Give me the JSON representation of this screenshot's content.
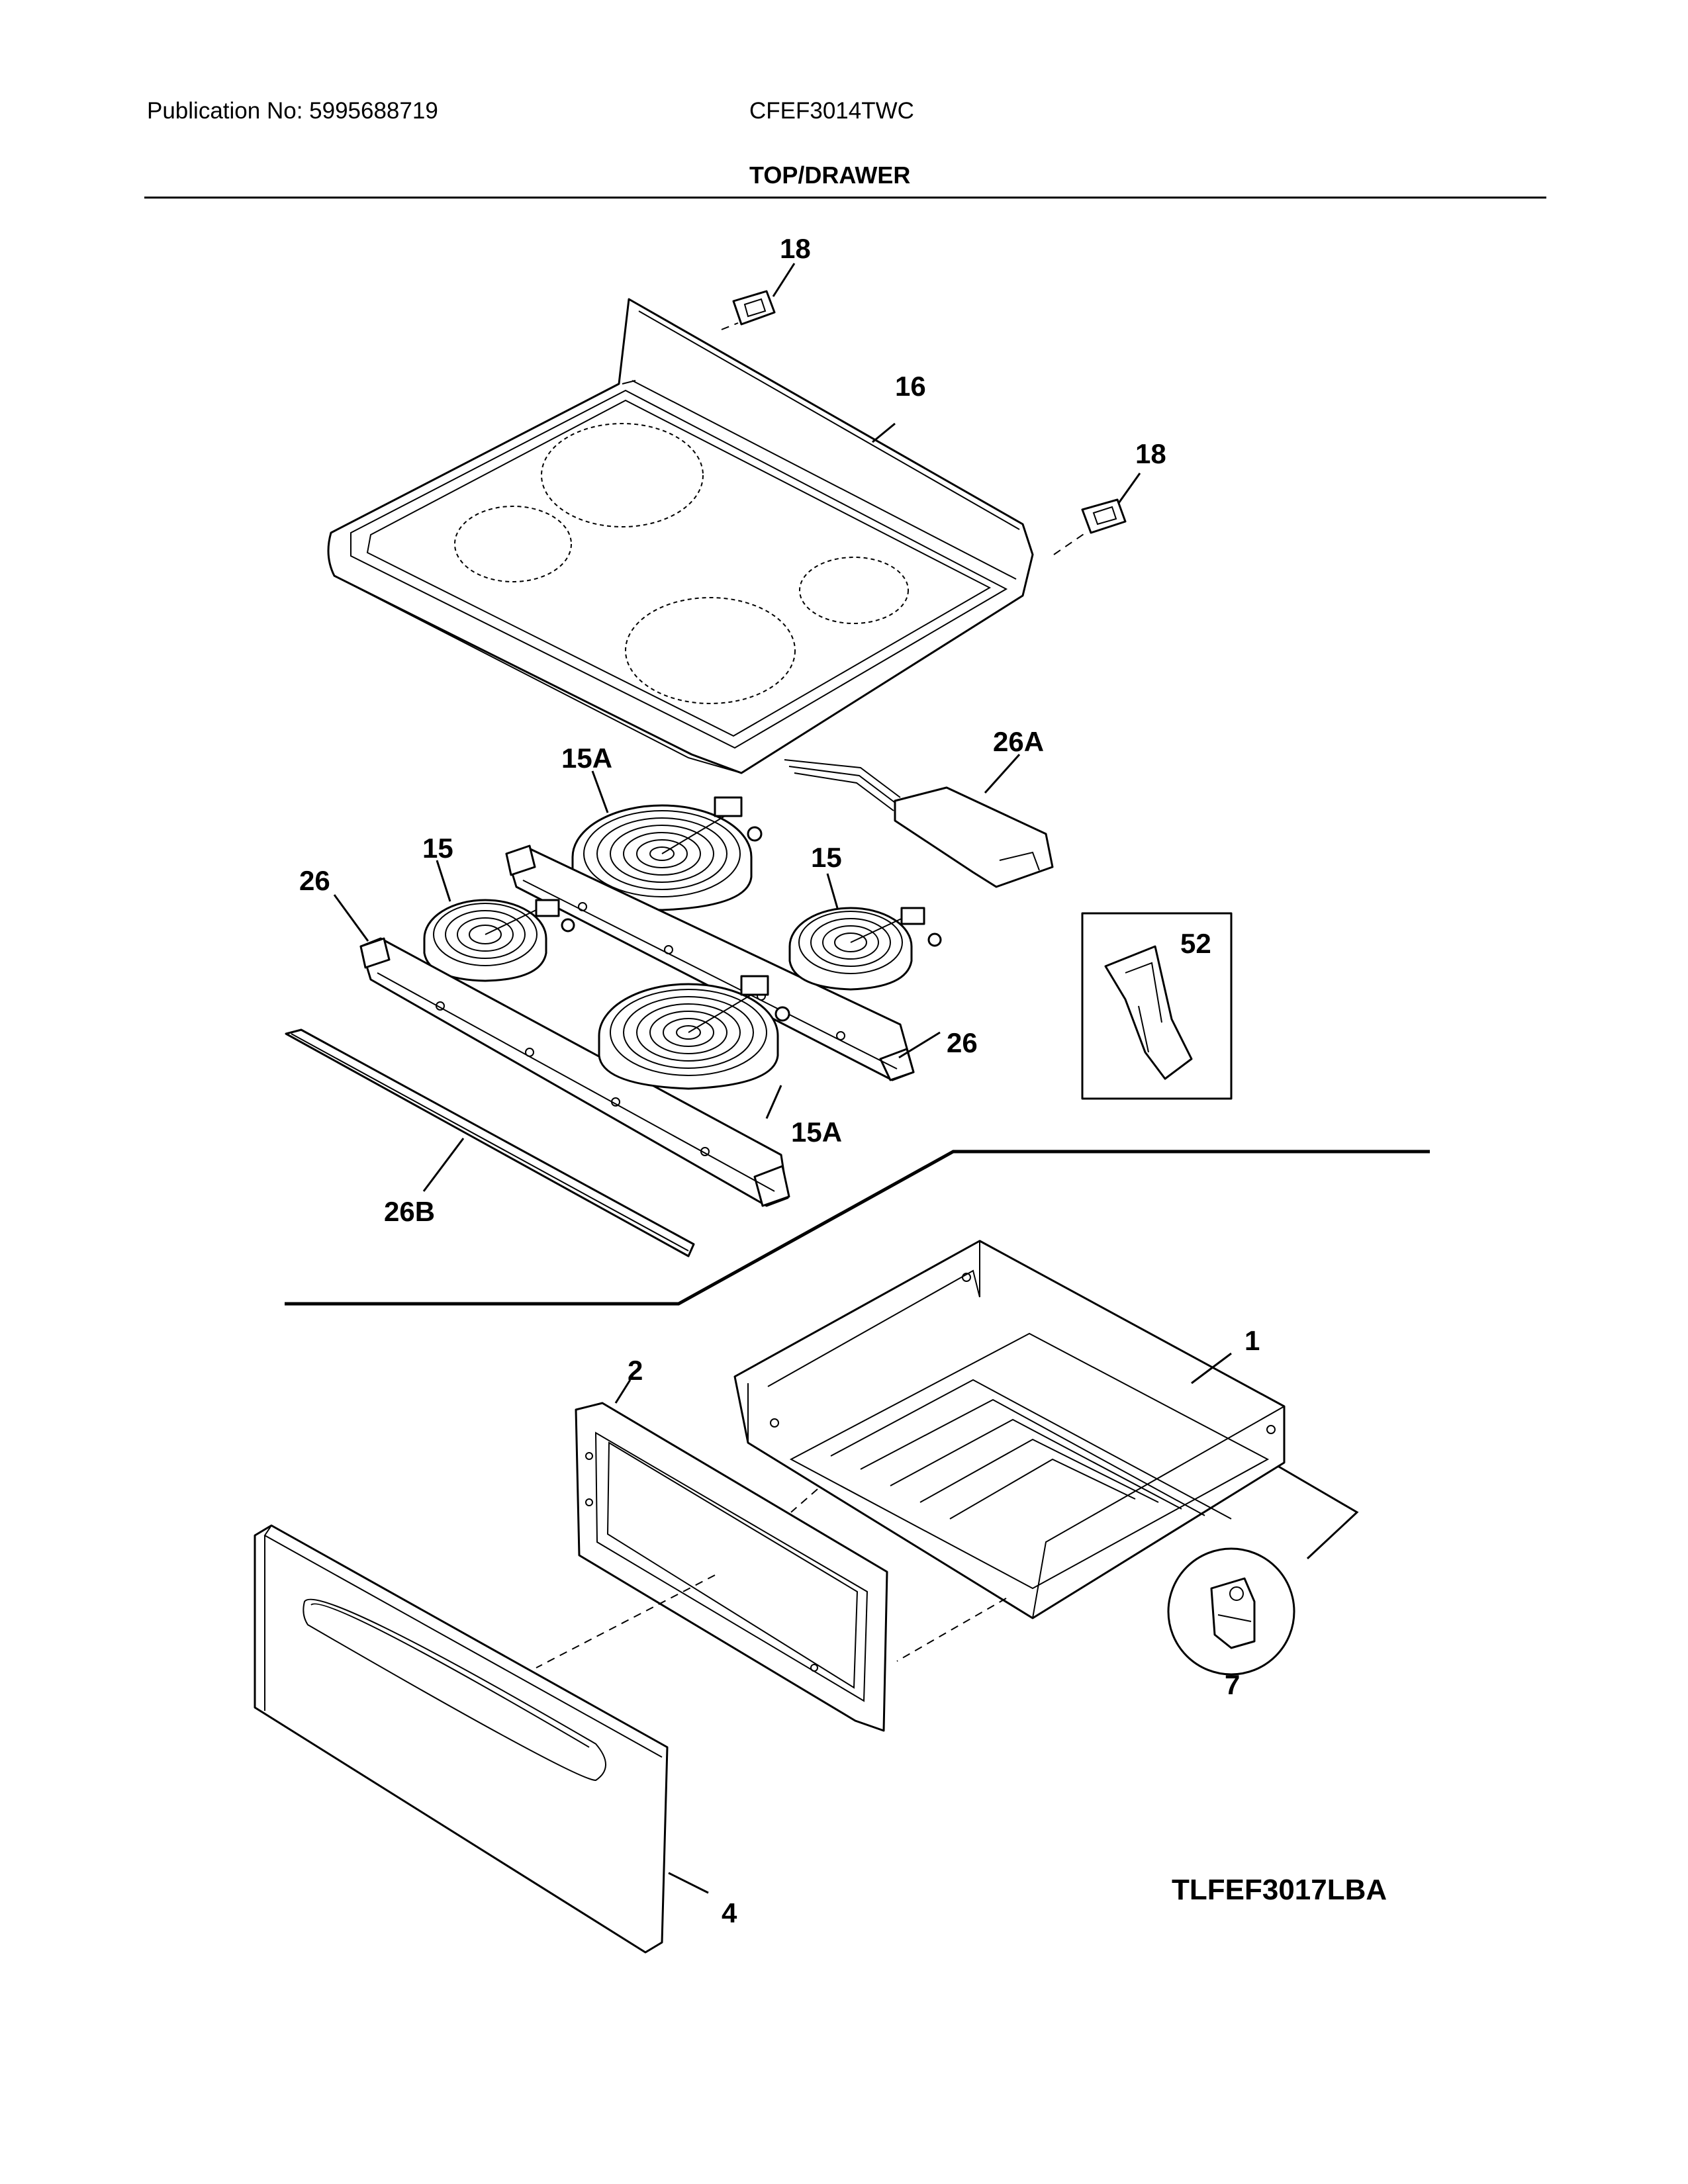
{
  "header": {
    "publication": "Publication No: 5995688719",
    "model": "CFEF3014TWC"
  },
  "section": {
    "title": "TOP/DRAWER"
  },
  "diagram_code": "TLFEF3017LBA",
  "callouts": {
    "c18a": "18",
    "c18b": "18",
    "c16": "16",
    "c26A": "26A",
    "c15A_top": "15A",
    "c15_left": "15",
    "c15_right": "15",
    "c26_left": "26",
    "c26_right": "26",
    "c15A_bottom": "15A",
    "c26B": "26B",
    "c52": "52",
    "c1": "1",
    "c2": "2",
    "c7": "7",
    "c4": "4"
  }
}
